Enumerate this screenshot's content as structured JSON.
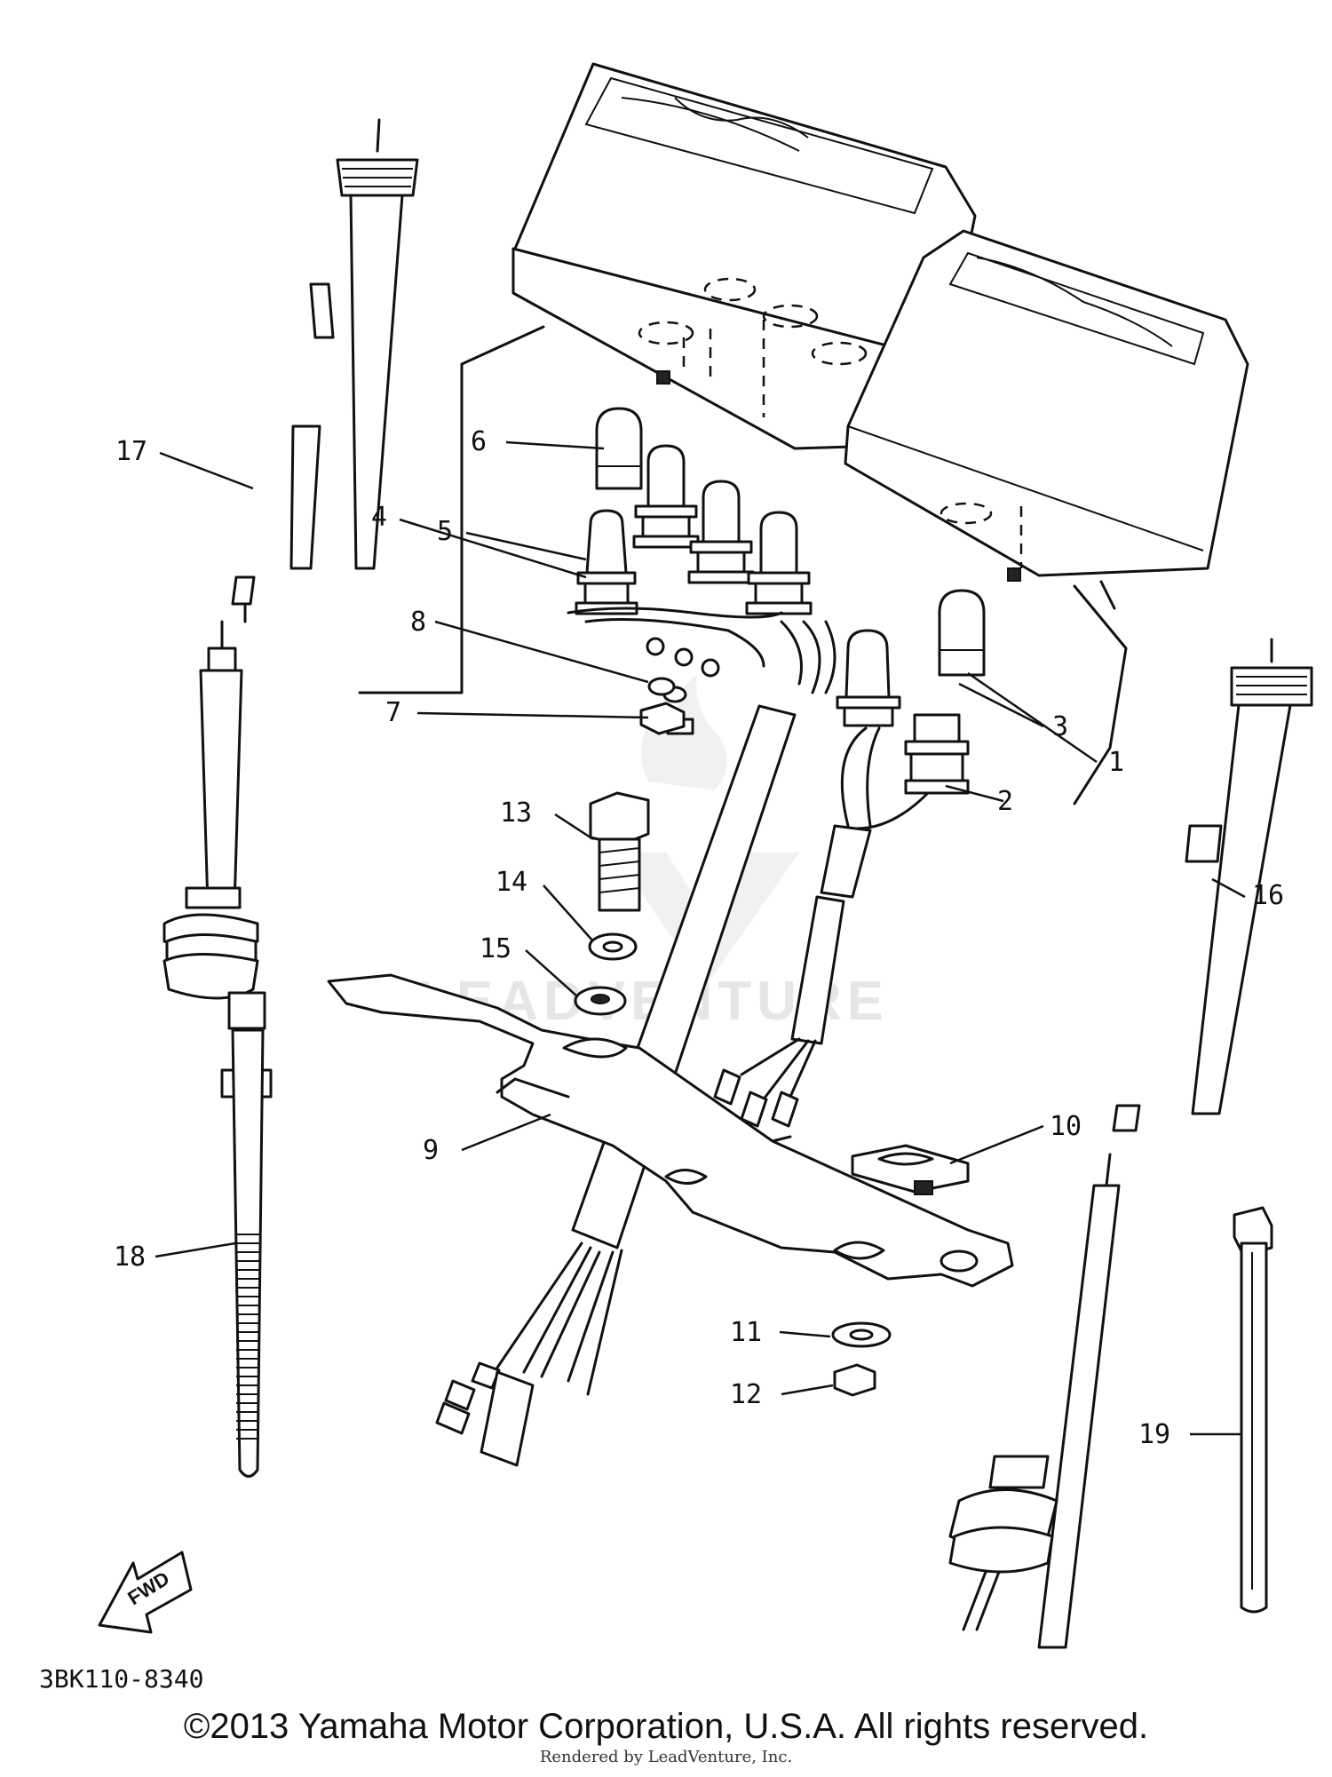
{
  "callouts": [
    "1",
    "2",
    "3",
    "4",
    "5",
    "6",
    "7",
    "8",
    "9",
    "10",
    "11",
    "12",
    "13",
    "14",
    "15",
    "16",
    "17",
    "18",
    "19"
  ],
  "diagram_code": "3BK110-8340",
  "fwd_label": "FWD",
  "watermark": "LEADVENTURE",
  "copyright": "©2013 Yamaha Motor Corporation, U.S.A. All rights reserved.",
  "rendered_by": "Rendered by LeadVenture, Inc."
}
